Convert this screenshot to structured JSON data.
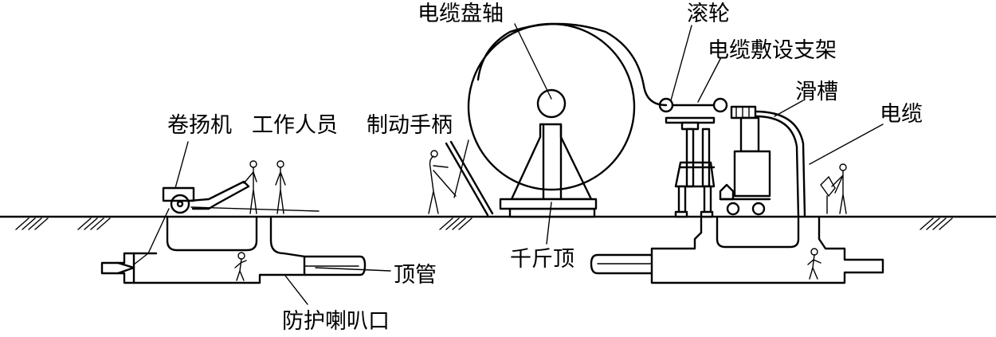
{
  "labels": {
    "cable_reel": "电缆盘轴",
    "roller": "滚轮",
    "cable_laying_support": "电缆敷设支架",
    "chute": "滑槽",
    "cable": "电缆",
    "winch": "卷扬机",
    "workers": "工作人员",
    "brake_handle": "制动手柄",
    "jacking_pipe": "顶管",
    "jack": "千斤顶",
    "protective_bell_mouth": "防护喇叭口"
  },
  "colors": {
    "ink": "#000000",
    "background": "#ffffff"
  }
}
